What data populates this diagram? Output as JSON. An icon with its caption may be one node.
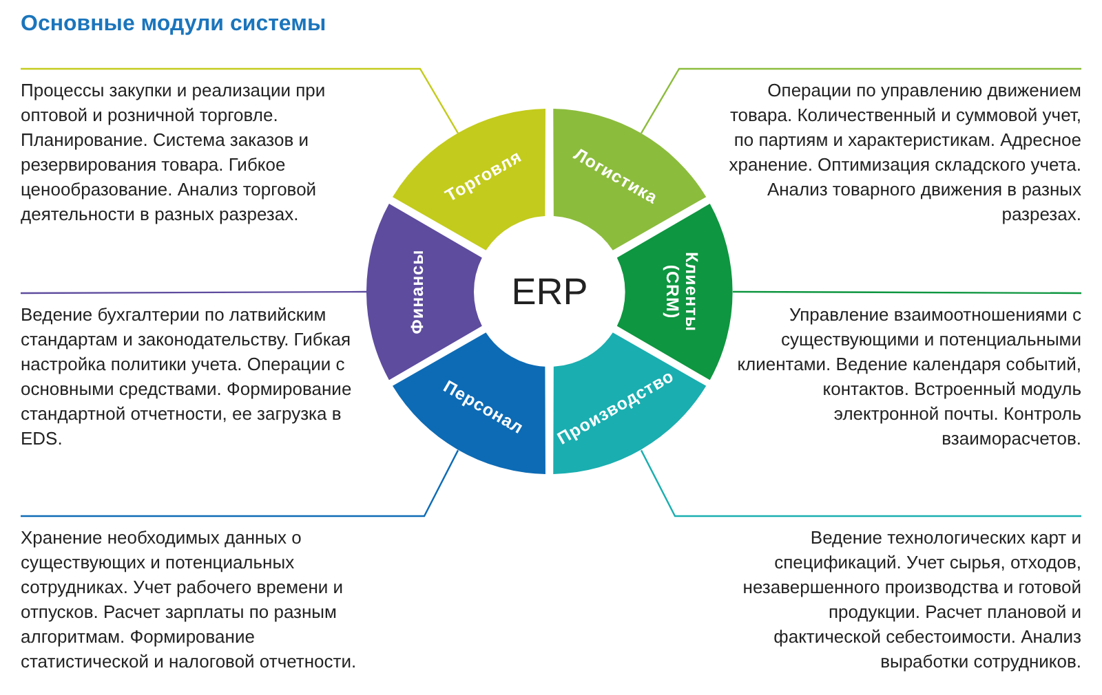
{
  "diagram": {
    "title": "Основные модули системы",
    "nodes": [
      {
        "text": [
          "ERP"
        ]
      },
      {
        "text": [
          "Торговля"
        ]
      },
      {
        "text": [
          "Логистика"
        ]
      },
      {
        "text": [
          "Клиенты (CRM)"
        ]
      },
      {
        "text": [
          "Производство"
        ]
      },
      {
        "text": [
          "Персонал"
        ]
      },
      {
        "text": [
          "Финансы"
        ]
      },
      {
        "text": [
          "Процессы закупки и реализации при оптовой и розничной торговле. Планирование. Система заказов и резервирования товара. Гибкое ценообразование. Анализ торговой деятельности в разных разрезах."
        ]
      },
      {
        "text": [
          "Операции по управлению движением товара. Количественный и суммовой учет, по партиям и характеристикам. Адресное хранение. Оптимизация складского учета. Анализ товарного движения в разных разрезах."
        ]
      },
      {
        "text": [
          "Ведение бухгалтерии по латвийским стандартам и законодательству. Гибкая настройка политики учета. Операции с основными средствами. Формирование стандартной отчетности, ее загрузка в EDS."
        ]
      },
      {
        "text": [
          "Управление взаимоотношениями с существующими и потенциальными клиентами. Ведение календаря событий, контактов. Встроенный модуль электронной почты. Контроль взаиморасчетов."
        ]
      },
      {
        "text": [
          "Хранение необходимых данных о существующих и потенциальных сотрудниках. Учет рабочего времени и отпусков. Расчет зарплаты по разным алгоритмам. Формирование статистической и налоговой отчетности."
        ]
      },
      {
        "text": [
          "Ведение технологических карт и спецификаций.  Учет сырья, отходов, незавершенного производства и готовой продукции. Расчет плановой и фактической себестоимости. Анализ выработки сотрудников."
        ]
      }
    ],
    "edges": [
      {
        "from": 7,
        "to": 1,
        "arrow": "none",
        "color": "#c3cb1c"
      },
      {
        "from": 8,
        "to": 2,
        "arrow": "none",
        "color": "#8cbc3c"
      },
      {
        "from": 9,
        "to": 6,
        "arrow": "none",
        "color": "#5e4c9e"
      },
      {
        "from": 10,
        "to": 3,
        "arrow": "none",
        "color": "#0e9640"
      },
      {
        "from": 11,
        "to": 5,
        "arrow": "none",
        "color": "#0d6bb5"
      },
      {
        "from": 12,
        "to": 4,
        "arrow": "none",
        "color": "#1aaeb0"
      }
    ]
  }
}
